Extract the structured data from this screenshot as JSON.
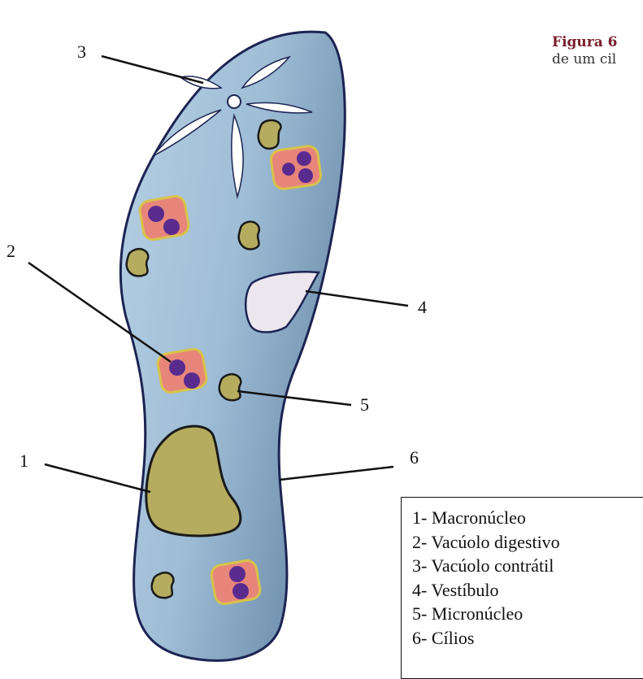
{
  "caption": {
    "figure_label": "Figura 6",
    "text": "de um cil"
  },
  "callout_numbers": [
    "1",
    "2",
    "3",
    "4",
    "5",
    "6"
  ],
  "legend": {
    "items": [
      "1- Macronúcleo",
      "2- Vacúolo digestivo",
      "3- Vacúolo contrátil",
      "4- Vestíbulo",
      "5- Micronúcleo",
      "6- Cílios"
    ]
  },
  "colors": {
    "cell_body": "#a9c6dd",
    "cell_outline": "#1c2452",
    "cilia": "#5a63a8",
    "macronucleus": "#b5ac5f",
    "digestive_vacuole": "#e8857a",
    "vacuole_dots": "#5a2b8e",
    "vestibule": "#ece6ef",
    "caption_label": "#7a1f2e"
  }
}
